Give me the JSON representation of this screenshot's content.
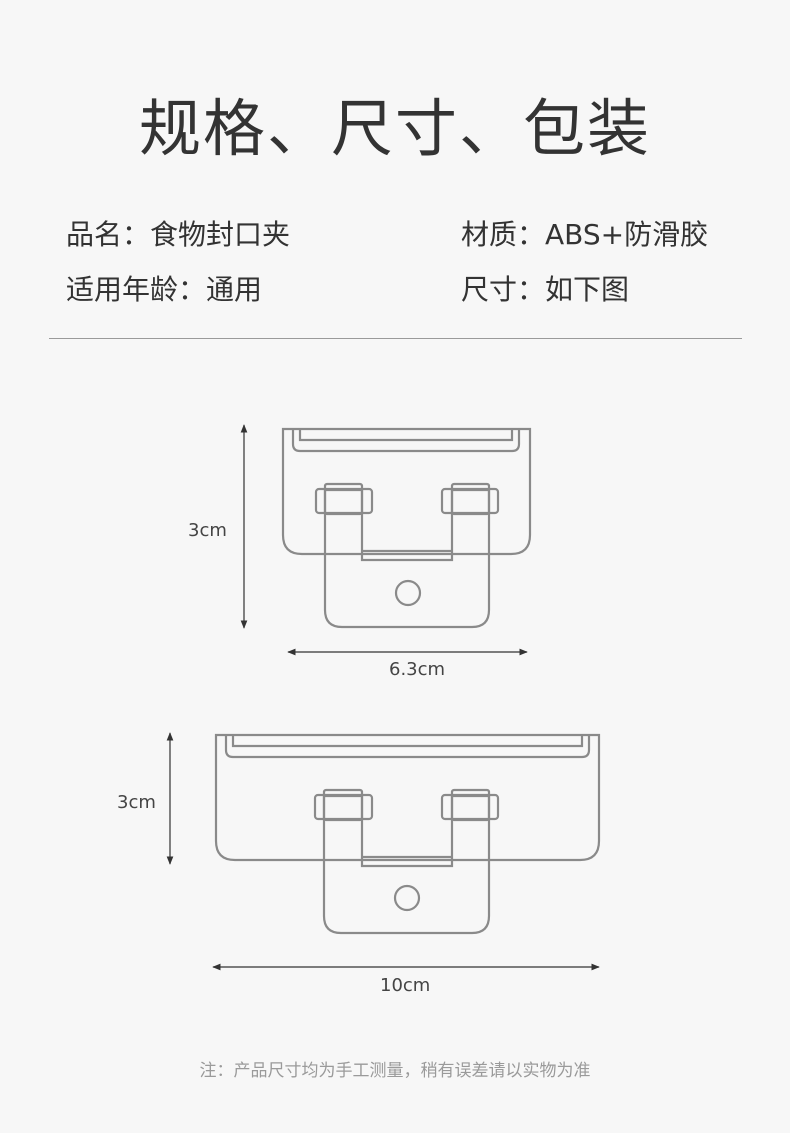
{
  "header": {
    "title": "规格、尺寸、包装"
  },
  "specs": {
    "product_name": "品名：食物封口夹",
    "material": "材质：ABS+防滑胶",
    "age": "适用年龄：通用",
    "size": "尺寸：如下图"
  },
  "diagram_small": {
    "height_label": "3cm",
    "width_label": "6.3cm"
  },
  "diagram_large": {
    "height_label": "3cm",
    "width_label": "10cm"
  },
  "footer": {
    "note": "注：产品尺寸均为手工测量，稍有误差请以实物为准"
  },
  "colors": {
    "line": "#8a8a8a",
    "text": "#333333",
    "background": "#f7f7f7"
  }
}
